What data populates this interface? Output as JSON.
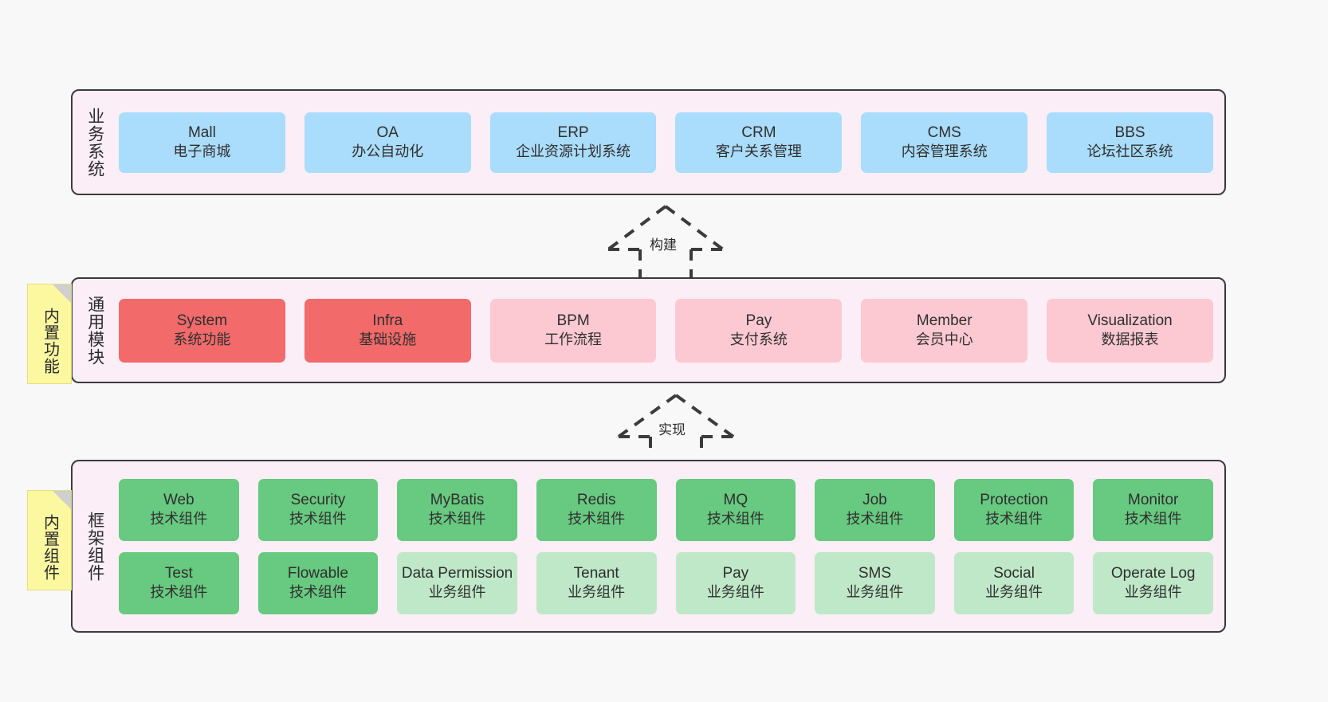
{
  "layers": [
    {
      "id": "business",
      "title": "业务系统",
      "rows": [
        {
          "cards": [
            {
              "t1": "Mall",
              "t2": "电子商城",
              "color": "c-blue"
            },
            {
              "t1": "OA",
              "t2": "办公自动化",
              "color": "c-blue"
            },
            {
              "t1": "ERP",
              "t2": "企业资源计划系统",
              "color": "c-blue"
            },
            {
              "t1": "CRM",
              "t2": "客户关系管理",
              "color": "c-blue"
            },
            {
              "t1": "CMS",
              "t2": "内容管理系统",
              "color": "c-blue"
            },
            {
              "t1": "BBS",
              "t2": "论坛社区系统",
              "color": "c-blue"
            }
          ]
        }
      ]
    },
    {
      "id": "common",
      "title": "通用模块",
      "rows": [
        {
          "cards": [
            {
              "t1": "System",
              "t2": "系统功能",
              "color": "c-red"
            },
            {
              "t1": "Infra",
              "t2": "基础设施",
              "color": "c-red"
            },
            {
              "t1": "BPM",
              "t2": "工作流程",
              "color": "c-pink"
            },
            {
              "t1": "Pay",
              "t2": "支付系统",
              "color": "c-pink"
            },
            {
              "t1": "Member",
              "t2": "会员中心",
              "color": "c-pink"
            },
            {
              "t1": "Visualization",
              "t2": "数据报表",
              "color": "c-pink"
            }
          ]
        }
      ]
    },
    {
      "id": "framework",
      "title": "框架组件",
      "rows": [
        {
          "cards": [
            {
              "t1": "Web",
              "t2": "技术组件",
              "color": "c-green"
            },
            {
              "t1": "Security",
              "t2": "技术组件",
              "color": "c-green"
            },
            {
              "t1": "MyBatis",
              "t2": "技术组件",
              "color": "c-green"
            },
            {
              "t1": "Redis",
              "t2": "技术组件",
              "color": "c-green"
            },
            {
              "t1": "MQ",
              "t2": "技术组件",
              "color": "c-green"
            },
            {
              "t1": "Job",
              "t2": "技术组件",
              "color": "c-green"
            },
            {
              "t1": "Protection",
              "t2": "技术组件",
              "color": "c-green"
            },
            {
              "t1": "Monitor",
              "t2": "技术组件",
              "color": "c-green"
            }
          ]
        },
        {
          "cards": [
            {
              "t1": "Test",
              "t2": "技术组件",
              "color": "c-green"
            },
            {
              "t1": "Flowable",
              "t2": "技术组件",
              "color": "c-green"
            },
            {
              "t1": "Data Permission",
              "t2": "业务组件",
              "color": "c-lightgreen"
            },
            {
              "t1": "Tenant",
              "t2": "业务组件",
              "color": "c-lightgreen"
            },
            {
              "t1": "Pay",
              "t2": "业务组件",
              "color": "c-lightgreen"
            },
            {
              "t1": "SMS",
              "t2": "业务组件",
              "color": "c-lightgreen"
            },
            {
              "t1": "Social",
              "t2": "业务组件",
              "color": "c-lightgreen"
            },
            {
              "t1": "Operate Log",
              "t2": "业务组件",
              "color": "c-lightgreen"
            }
          ]
        }
      ]
    }
  ],
  "notes": [
    {
      "id": "note-common",
      "label": "内置功能"
    },
    {
      "id": "note-framework",
      "label": "内置组件"
    }
  ],
  "arrows": [
    {
      "id": "arrow-build",
      "label": "构建"
    },
    {
      "id": "arrow-impl",
      "label": "实现"
    }
  ],
  "colors": {
    "layer_background": "#fbeef6",
    "layer_border": "#3b3b3b",
    "business_card": "#aadcfb",
    "common_card_strong": "#f26a6a",
    "common_card_soft": "#fcc9d2",
    "framework_tech_card": "#68c980",
    "framework_business_card": "#bfe8c8",
    "note_background": "#fcf8a0",
    "page_background": "#f8f8f8"
  }
}
